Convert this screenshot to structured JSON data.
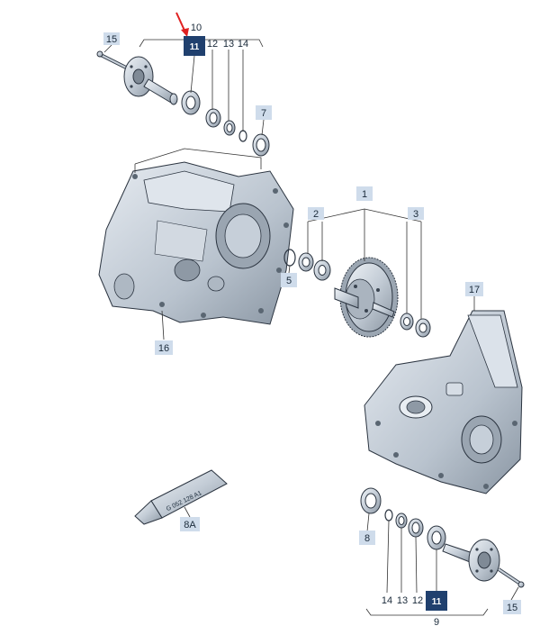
{
  "arrow_color": "#e02020",
  "highlight_color": "#20406e",
  "label_bg_color": "#cfdceb",
  "labels": {
    "l15a": "15",
    "l10": "10",
    "l11a": "11",
    "l12a": "12",
    "l13a": "13",
    "l14a": "14",
    "l7": "7",
    "l1": "1",
    "l2": "2",
    "l3": "3",
    "l5": "5",
    "l16": "16",
    "l17": "17",
    "l8a": "8A",
    "l8": "8",
    "l14b": "14",
    "l13b": "13",
    "l12b": "12",
    "l11b": "11",
    "l9": "9",
    "l15b": "15"
  },
  "tube_text": "G 052 128 A1"
}
